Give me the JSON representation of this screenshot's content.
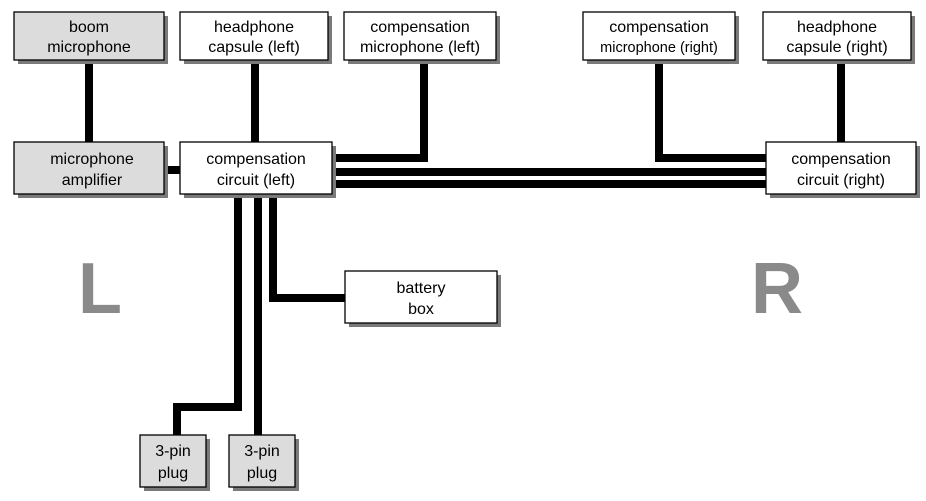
{
  "nodes": {
    "boom_microphone": {
      "lines": [
        "boom",
        "microphone"
      ]
    },
    "headphone_capsule_left": {
      "lines": [
        "headphone",
        "capsule (left)"
      ]
    },
    "compensation_microphone_left": {
      "lines": [
        "compensation",
        "microphone (left)"
      ]
    },
    "compensation_microphone_right": {
      "lines": [
        "compensation",
        "microphone (right)"
      ]
    },
    "headphone_capsule_right": {
      "lines": [
        "headphone",
        "capsule (right)"
      ]
    },
    "microphone_amplifier": {
      "lines": [
        "microphone",
        "amplifier"
      ]
    },
    "compensation_circuit_left": {
      "lines": [
        "compensation",
        "circuit (left)"
      ]
    },
    "compensation_circuit_right": {
      "lines": [
        "compensation",
        "circuit (right)"
      ]
    },
    "battery_box": {
      "lines": [
        "battery",
        "box"
      ]
    },
    "plug_1": {
      "lines": [
        "3-pin",
        "plug"
      ]
    },
    "plug_2": {
      "lines": [
        "3-pin",
        "plug"
      ]
    }
  },
  "side_labels": {
    "left": "L",
    "right": "R"
  },
  "colors": {
    "wire": "#000000",
    "box_fill_white": "#ffffff",
    "box_fill_gray": "#dcdcdc",
    "box_shadow": "#7a7a7a",
    "side_label": "#8a8a8a"
  }
}
